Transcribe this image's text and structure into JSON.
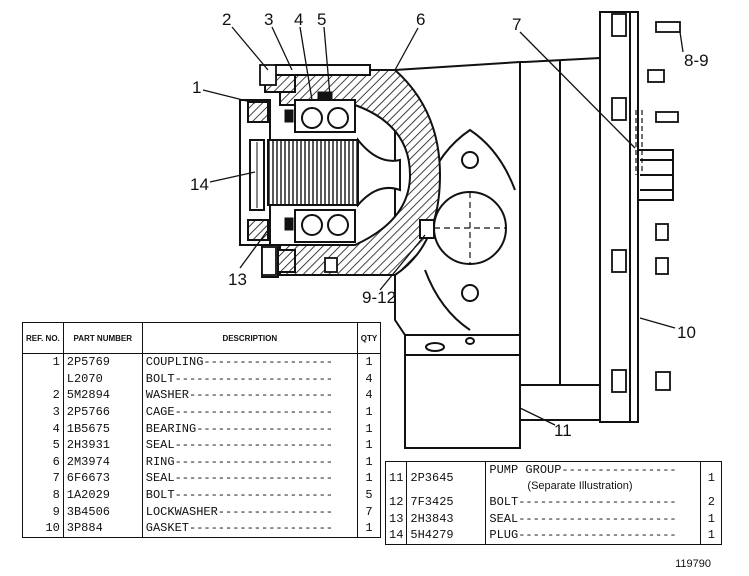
{
  "figure_number": "119790",
  "callouts": [
    "1",
    "2",
    "3",
    "4",
    "5",
    "6",
    "7",
    "8-9",
    "9-12",
    "10",
    "11",
    "13",
    "14"
  ],
  "table_left": {
    "headers": [
      "REF. NO.",
      "PART NUMBER",
      "DESCRIPTION",
      "QTY"
    ],
    "rows": [
      {
        "ref": "1",
        "part": "2P5769",
        "desc": "COUPLING",
        "qty": "1"
      },
      {
        "ref": "",
        "part": "L2070",
        "desc": "BOLT",
        "qty": "4"
      },
      {
        "ref": "2",
        "part": "5M2894",
        "desc": "WASHER",
        "qty": "4"
      },
      {
        "ref": "3",
        "part": "2P5766",
        "desc": "CAGE",
        "qty": "1"
      },
      {
        "ref": "4",
        "part": "1B5675",
        "desc": "BEARING",
        "qty": "1"
      },
      {
        "ref": "5",
        "part": "2H3931",
        "desc": "SEAL",
        "qty": "1"
      },
      {
        "ref": "6",
        "part": "2M3974",
        "desc": "RING",
        "qty": "1"
      },
      {
        "ref": "7",
        "part": "6F6673",
        "desc": "SEAL",
        "qty": "1"
      },
      {
        "ref": "8",
        "part": "1A2029",
        "desc": "BOLT",
        "qty": "5"
      },
      {
        "ref": "9",
        "part": "3B4506",
        "desc": "LOCKWASHER",
        "qty": "7"
      },
      {
        "ref": "10",
        "part": "3P884",
        "desc": "GASKET",
        "qty": "1"
      }
    ]
  },
  "table_right": {
    "rows": [
      {
        "ref": "11",
        "part": "2P3645",
        "desc": "PUMP GROUP",
        "note": "(Separate Illustration)",
        "qty": "1"
      },
      {
        "ref": "12",
        "part": "7F3425",
        "desc": "BOLT",
        "qty": "2"
      },
      {
        "ref": "13",
        "part": "2H3843",
        "desc": "SEAL",
        "qty": "1"
      },
      {
        "ref": "14",
        "part": "5H4279",
        "desc": "PLUG",
        "qty": "1"
      }
    ]
  }
}
